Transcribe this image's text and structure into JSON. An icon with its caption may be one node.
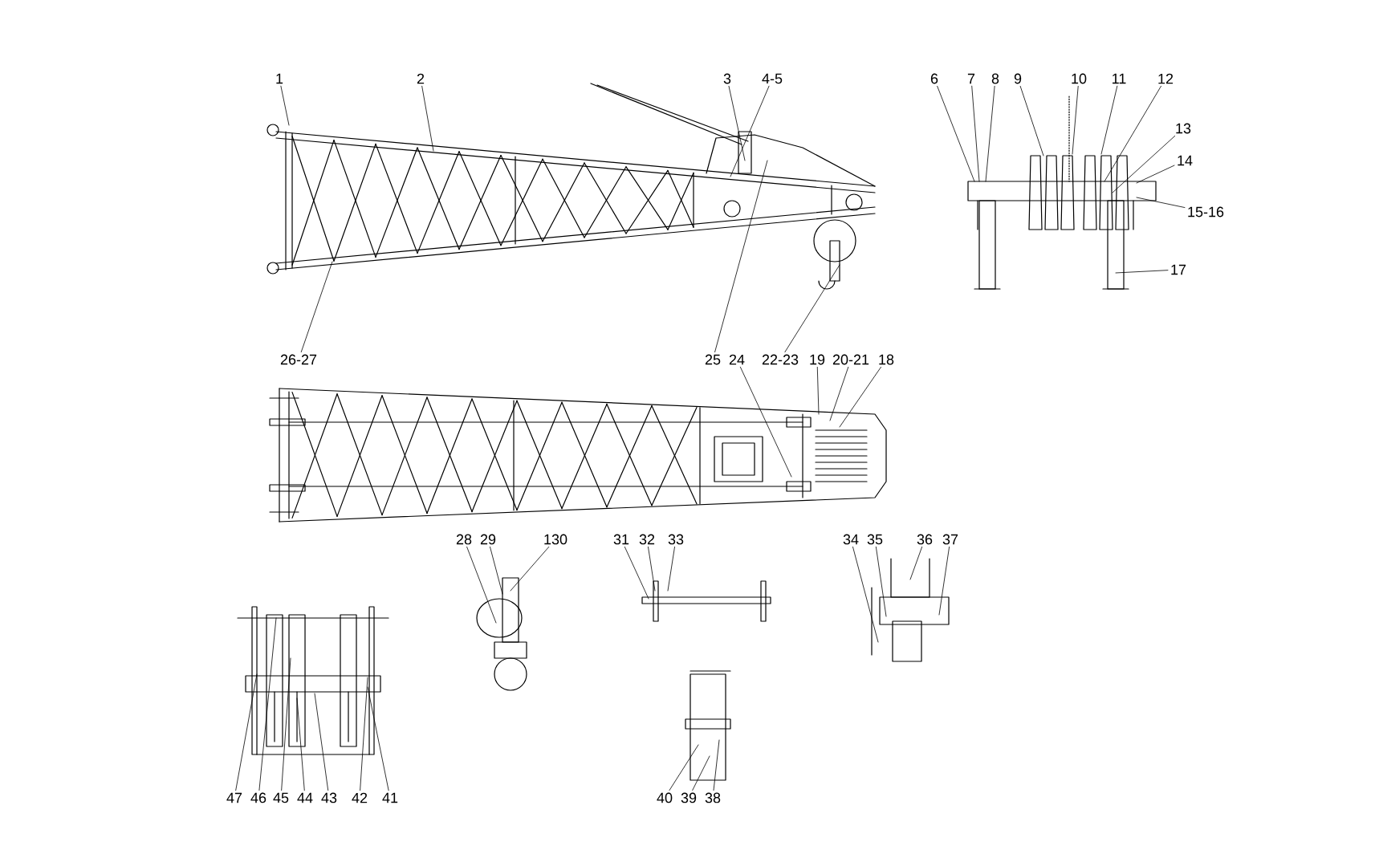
{
  "diagram": {
    "nodes": [
      {
        "text": [
          "1"
        ]
      },
      {
        "text": [
          "2"
        ]
      },
      {
        "text": [
          "3"
        ]
      },
      {
        "text": [
          "4-5"
        ]
      },
      {
        "text": [
          "6"
        ]
      },
      {
        "text": [
          "7"
        ]
      },
      {
        "text": [
          "8"
        ]
      },
      {
        "text": [
          "9"
        ]
      },
      {
        "text": [
          "10"
        ]
      },
      {
        "text": [
          "11"
        ]
      },
      {
        "text": [
          "12"
        ]
      },
      {
        "text": [
          "13"
        ]
      },
      {
        "text": [
          "14"
        ]
      },
      {
        "text": [
          "15-16"
        ]
      },
      {
        "text": [
          "17"
        ]
      },
      {
        "text": [
          "26-27"
        ]
      },
      {
        "text": [
          "25"
        ]
      },
      {
        "text": [
          "24"
        ]
      },
      {
        "text": [
          "22-23"
        ]
      },
      {
        "text": [
          "19"
        ]
      },
      {
        "text": [
          "20-21"
        ]
      },
      {
        "text": [
          "18"
        ]
      },
      {
        "text": [
          "28"
        ]
      },
      {
        "text": [
          "29"
        ]
      },
      {
        "text": [
          "130"
        ]
      },
      {
        "text": [
          "31"
        ]
      },
      {
        "text": [
          "32"
        ]
      },
      {
        "text": [
          "33"
        ]
      },
      {
        "text": [
          "34"
        ]
      },
      {
        "text": [
          "35"
        ]
      },
      {
        "text": [
          "36"
        ]
      },
      {
        "text": [
          "37"
        ]
      },
      {
        "text": [
          "47"
        ]
      },
      {
        "text": [
          "46"
        ]
      },
      {
        "text": [
          "45"
        ]
      },
      {
        "text": [
          "44"
        ]
      },
      {
        "text": [
          "43"
        ]
      },
      {
        "text": [
          "42"
        ]
      },
      {
        "text": [
          "41"
        ]
      },
      {
        "text": [
          "40"
        ]
      },
      {
        "text": [
          "39"
        ]
      },
      {
        "text": [
          "38"
        ]
      }
    ],
    "edges": [
      {
        "from": 0,
        "to": null,
        "arrow": "none"
      },
      {
        "from": 1,
        "to": null,
        "arrow": "none"
      },
      {
        "from": 2,
        "to": null,
        "arrow": "none"
      },
      {
        "from": 3,
        "to": null,
        "arrow": "none"
      },
      {
        "from": 4,
        "to": null,
        "arrow": "none"
      },
      {
        "from": 5,
        "to": null,
        "arrow": "none"
      },
      {
        "from": 6,
        "to": null,
        "arrow": "none"
      },
      {
        "from": 7,
        "to": null,
        "arrow": "none"
      },
      {
        "from": 8,
        "to": null,
        "arrow": "none"
      },
      {
        "from": 9,
        "to": null,
        "arrow": "none"
      },
      {
        "from": 10,
        "to": null,
        "arrow": "none"
      },
      {
        "from": 11,
        "to": null,
        "arrow": "none"
      },
      {
        "from": 12,
        "to": null,
        "arrow": "none"
      },
      {
        "from": 13,
        "to": null,
        "arrow": "none"
      },
      {
        "from": 14,
        "to": null,
        "arrow": "none"
      },
      {
        "from": 15,
        "to": null,
        "arrow": "none"
      },
      {
        "from": 16,
        "to": null,
        "arrow": "none"
      },
      {
        "from": 17,
        "to": null,
        "arrow": "none"
      },
      {
        "from": 18,
        "to": null,
        "arrow": "none"
      },
      {
        "from": 19,
        "to": null,
        "arrow": "none"
      },
      {
        "from": 20,
        "to": null,
        "arrow": "none"
      },
      {
        "from": 21,
        "to": null,
        "arrow": "none"
      },
      {
        "from": 22,
        "to": null,
        "arrow": "none"
      },
      {
        "from": 23,
        "to": null,
        "arrow": "none"
      },
      {
        "from": 24,
        "to": null,
        "arrow": "none"
      },
      {
        "from": 25,
        "to": null,
        "arrow": "none"
      },
      {
        "from": 26,
        "to": null,
        "arrow": "none"
      },
      {
        "from": 27,
        "to": null,
        "arrow": "none"
      },
      {
        "from": 28,
        "to": null,
        "arrow": "none"
      },
      {
        "from": 29,
        "to": null,
        "arrow": "none"
      },
      {
        "from": 30,
        "to": null,
        "arrow": "none"
      },
      {
        "from": 31,
        "to": null,
        "arrow": "none"
      },
      {
        "from": 32,
        "to": null,
        "arrow": "none"
      },
      {
        "from": 33,
        "to": null,
        "arrow": "none"
      },
      {
        "from": 34,
        "to": null,
        "arrow": "none"
      },
      {
        "from": 35,
        "to": null,
        "arrow": "none"
      },
      {
        "from": 36,
        "to": null,
        "arrow": "none"
      },
      {
        "from": 37,
        "to": null,
        "arrow": "none"
      },
      {
        "from": 38,
        "to": null,
        "arrow": "none"
      },
      {
        "from": 39,
        "to": null,
        "arrow": "none"
      },
      {
        "from": 40,
        "to": null,
        "arrow": "none"
      },
      {
        "from": 41,
        "to": null,
        "arrow": "none"
      }
    ]
  }
}
